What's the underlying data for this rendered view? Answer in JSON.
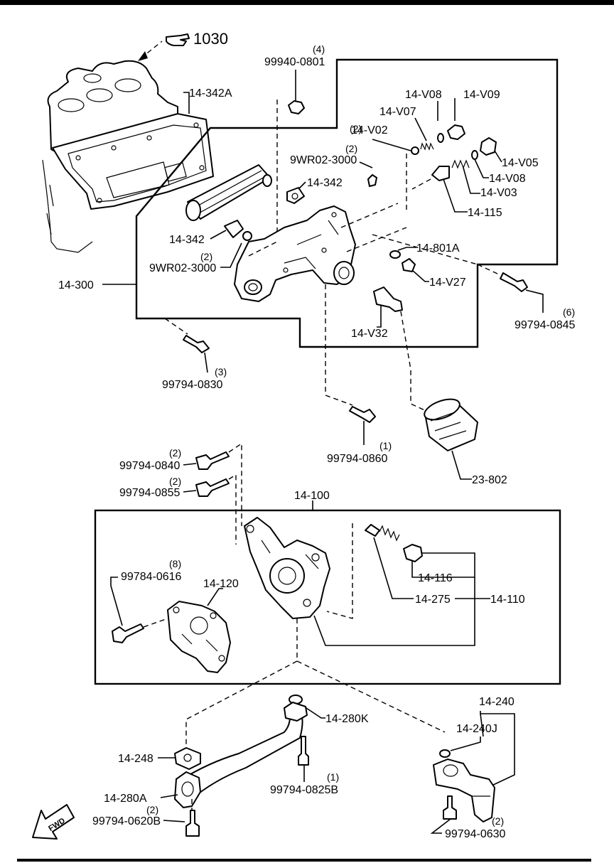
{
  "ref": {
    "label": "1030"
  },
  "fwd": {
    "label": "FWD"
  },
  "parts": {
    "p14_342A": "14-342A",
    "p99940_0801": "99940-0801",
    "q4": "(4)",
    "p14_V08a": "14-V08",
    "p14_V09": "14-V09",
    "p14_V07": "14-V07",
    "q2_v02": "(2)",
    "p14_V02": "14-V02",
    "p9WR02_3000a": "9WR02-3000",
    "p14_V05": "14-V05",
    "p14_V08b": "14-V08",
    "p14_342a": "14-342",
    "p14_V03": "14-V03",
    "p14_115": "14-115",
    "p14_342b": "14-342",
    "p14_801A": "14-801A",
    "q2_wr": "(2)",
    "p9WR02_3000b": "9WR02-3000",
    "p14_300": "14-300",
    "p14_V27": "14-V27",
    "q6": "(6)",
    "p99794_0845": "99794-0845",
    "p14_V32": "14-V32",
    "q3": "(3)",
    "p99794_0830": "99794-0830",
    "q1_0860": "(1)",
    "p99794_0860": "99794-0860",
    "p23_802": "23-802",
    "q2_0840": "(2)",
    "p99794_0840": "99794-0840",
    "q2_0855": "(2)",
    "p99794_0855": "99794-0855",
    "p14_100": "14-100",
    "q8": "(8)",
    "p99784_0616": "99784-0616",
    "p14_120": "14-120",
    "p14_116": "14-116",
    "p14_275": "14-275",
    "p14_110": "14-110",
    "p14_240": "14-240",
    "p14_280K": "14-280K",
    "p14_240J": "14-240J",
    "p14_248": "14-248",
    "q1_0825": "(1)",
    "p99794_0825B": "99794-0825B",
    "p14_280A": "14-280A",
    "q2_0620": "(2)",
    "p99794_0620B": "99794-0620B",
    "q2_0630": "(2)",
    "p99794_0630": "99794-0630"
  }
}
